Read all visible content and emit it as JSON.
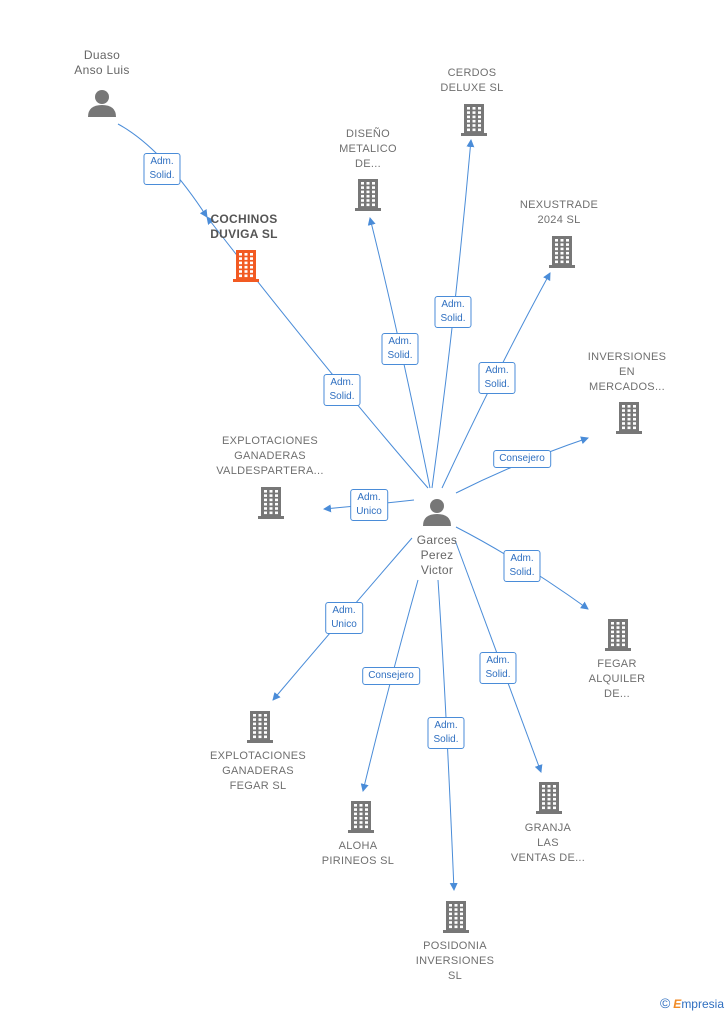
{
  "colors": {
    "edge": "#4a8cd8",
    "building": "#777777",
    "highlight": "#f25a22",
    "person": "#777777"
  },
  "nodes": [
    {
      "id": "duaso",
      "type": "person",
      "label": [
        "Duaso",
        "Anso Luis"
      ]
    },
    {
      "id": "cochinos",
      "type": "company",
      "highlight": true,
      "label": [
        "COCHINOS",
        "DUVIGA  SL"
      ]
    },
    {
      "id": "diseno",
      "type": "company",
      "label": [
        "DISEÑO",
        "METALICO",
        "DE..."
      ]
    },
    {
      "id": "cerdos",
      "type": "company",
      "label": [
        "CERDOS",
        "DELUXE  SL"
      ]
    },
    {
      "id": "nexustrade",
      "type": "company",
      "label": [
        "NEXUSTRADE",
        "2024  SL"
      ]
    },
    {
      "id": "inversiones",
      "type": "company",
      "label": [
        "INVERSIONES",
        "EN",
        "MERCADOS..."
      ]
    },
    {
      "id": "explvalde",
      "type": "company",
      "label": [
        "EXPLOTACIONES",
        "GANADERAS",
        "VALDESPARTERA..."
      ]
    },
    {
      "id": "garces",
      "type": "person",
      "label": [
        "Garces",
        "Perez",
        "Victor"
      ]
    },
    {
      "id": "fegaralq",
      "type": "company",
      "label": [
        "FEGAR",
        "ALQUILER",
        "DE..."
      ]
    },
    {
      "id": "explfegar",
      "type": "company",
      "label": [
        "EXPLOTACIONES",
        "GANADERAS",
        "FEGAR  SL"
      ]
    },
    {
      "id": "aloha",
      "type": "company",
      "label": [
        "ALOHA",
        "PIRINEOS  SL"
      ]
    },
    {
      "id": "posidonia",
      "type": "company",
      "label": [
        "POSIDONIA",
        "INVERSIONES",
        "SL"
      ]
    },
    {
      "id": "granja",
      "type": "company",
      "label": [
        "GRANJA",
        "LAS",
        "VENTAS DE..."
      ]
    }
  ],
  "edges": [
    {
      "from": "duaso",
      "to": "cochinos",
      "label": [
        "Adm.",
        "Solid."
      ]
    },
    {
      "from": "garces",
      "to": "cochinos",
      "label": [
        "Adm.",
        "Solid."
      ]
    },
    {
      "from": "garces",
      "to": "diseno",
      "label": [
        "Adm.",
        "Solid."
      ]
    },
    {
      "from": "garces",
      "to": "cerdos",
      "label": [
        "Adm.",
        "Solid."
      ]
    },
    {
      "from": "garces",
      "to": "nexustrade",
      "label": [
        "Adm.",
        "Solid."
      ]
    },
    {
      "from": "garces",
      "to": "inversiones",
      "label": [
        "Consejero"
      ]
    },
    {
      "from": "garces",
      "to": "explvalde",
      "label": [
        "Adm.",
        "Unico"
      ]
    },
    {
      "from": "garces",
      "to": "fegaralq",
      "label": [
        "Adm.",
        "Solid."
      ]
    },
    {
      "from": "garces",
      "to": "explfegar",
      "label": [
        "Adm.",
        "Unico"
      ]
    },
    {
      "from": "garces",
      "to": "aloha",
      "label": [
        "Consejero"
      ]
    },
    {
      "from": "garces",
      "to": "posidonia",
      "label": [
        "Adm.",
        "Solid."
      ]
    },
    {
      "from": "garces",
      "to": "granja",
      "label": [
        "Adm.",
        "Solid."
      ]
    }
  ],
  "brand": {
    "copyright": "©",
    "initial": "E",
    "name": "mpresia"
  }
}
